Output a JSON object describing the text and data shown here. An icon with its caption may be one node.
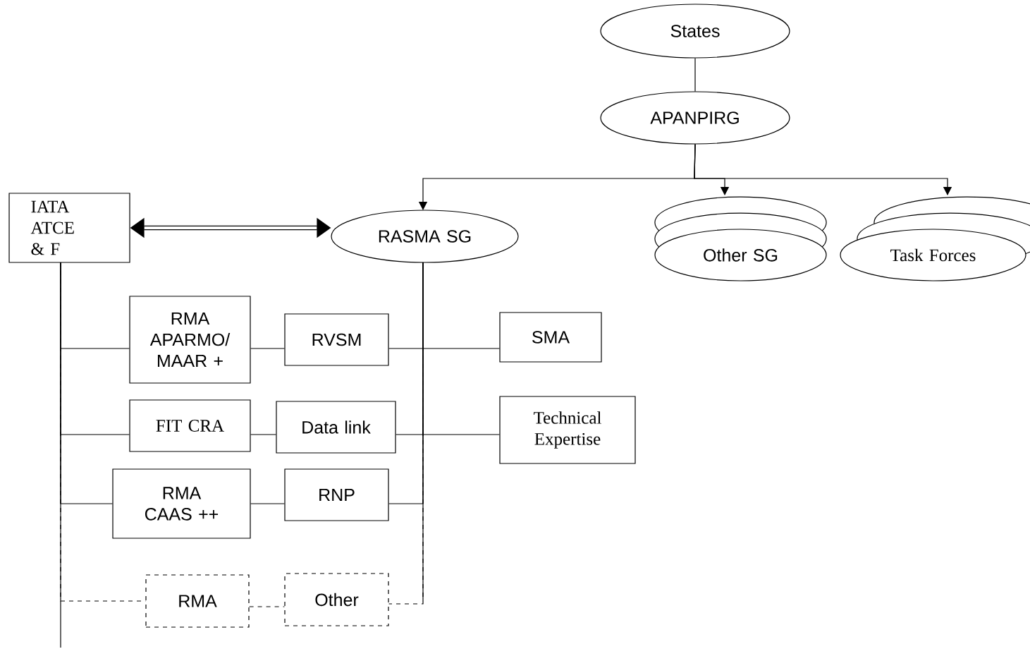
{
  "diagram": {
    "nodes": [
      {
        "text": [
          "States"
        ]
      },
      {
        "text": [
          "APANPIRG"
        ]
      },
      {
        "text": [
          "IATA ATCE & F"
        ]
      },
      {
        "text": [
          "RASMA SG"
        ]
      },
      {
        "text": [
          "Other SG"
        ]
      },
      {
        "text": [
          "Task Forces"
        ]
      },
      {
        "text": [
          "RMA APARMO/ MAAR +"
        ]
      },
      {
        "text": [
          "RVSM"
        ]
      },
      {
        "text": [
          "SMA"
        ]
      },
      {
        "text": [
          "FIT CRA"
        ]
      },
      {
        "text": [
          "Data link"
        ]
      },
      {
        "text": [
          "Technical Expertise"
        ]
      },
      {
        "text": [
          "RMA CAAS ++"
        ]
      },
      {
        "text": [
          "RNP"
        ]
      },
      {
        "text": [
          "RMA"
        ]
      },
      {
        "text": [
          "Other"
        ]
      }
    ],
    "edges": [
      {
        "from": 0,
        "to": 1,
        "arrow": "none"
      },
      {
        "from": 1,
        "to": 3,
        "arrow": "to"
      },
      {
        "from": 1,
        "to": 4,
        "arrow": "to"
      },
      {
        "from": 1,
        "to": 5,
        "arrow": "to"
      },
      {
        "from": 2,
        "to": 3,
        "arrow": "both",
        "style": "thick"
      },
      {
        "from": 2,
        "to": 6,
        "arrow": "none"
      },
      {
        "from": 2,
        "to": 9,
        "arrow": "none"
      },
      {
        "from": 2,
        "to": 12,
        "arrow": "none"
      },
      {
        "from": 2,
        "to": 14,
        "arrow": "none",
        "style": "dashed"
      },
      {
        "from": 6,
        "to": 7,
        "arrow": "none"
      },
      {
        "from": 9,
        "to": 10,
        "arrow": "none"
      },
      {
        "from": 12,
        "to": 13,
        "arrow": "none"
      },
      {
        "from": 14,
        "to": 15,
        "arrow": "none",
        "style": "dashed"
      },
      {
        "from": 3,
        "to": 7,
        "arrow": "none"
      },
      {
        "from": 3,
        "to": 8,
        "arrow": "none"
      },
      {
        "from": 3,
        "to": 10,
        "arrow": "none"
      },
      {
        "from": 3,
        "to": 11,
        "arrow": "none"
      },
      {
        "from": 3,
        "to": 13,
        "arrow": "none"
      },
      {
        "from": 3,
        "to": 15,
        "arrow": "none",
        "style": "dashed"
      }
    ]
  }
}
